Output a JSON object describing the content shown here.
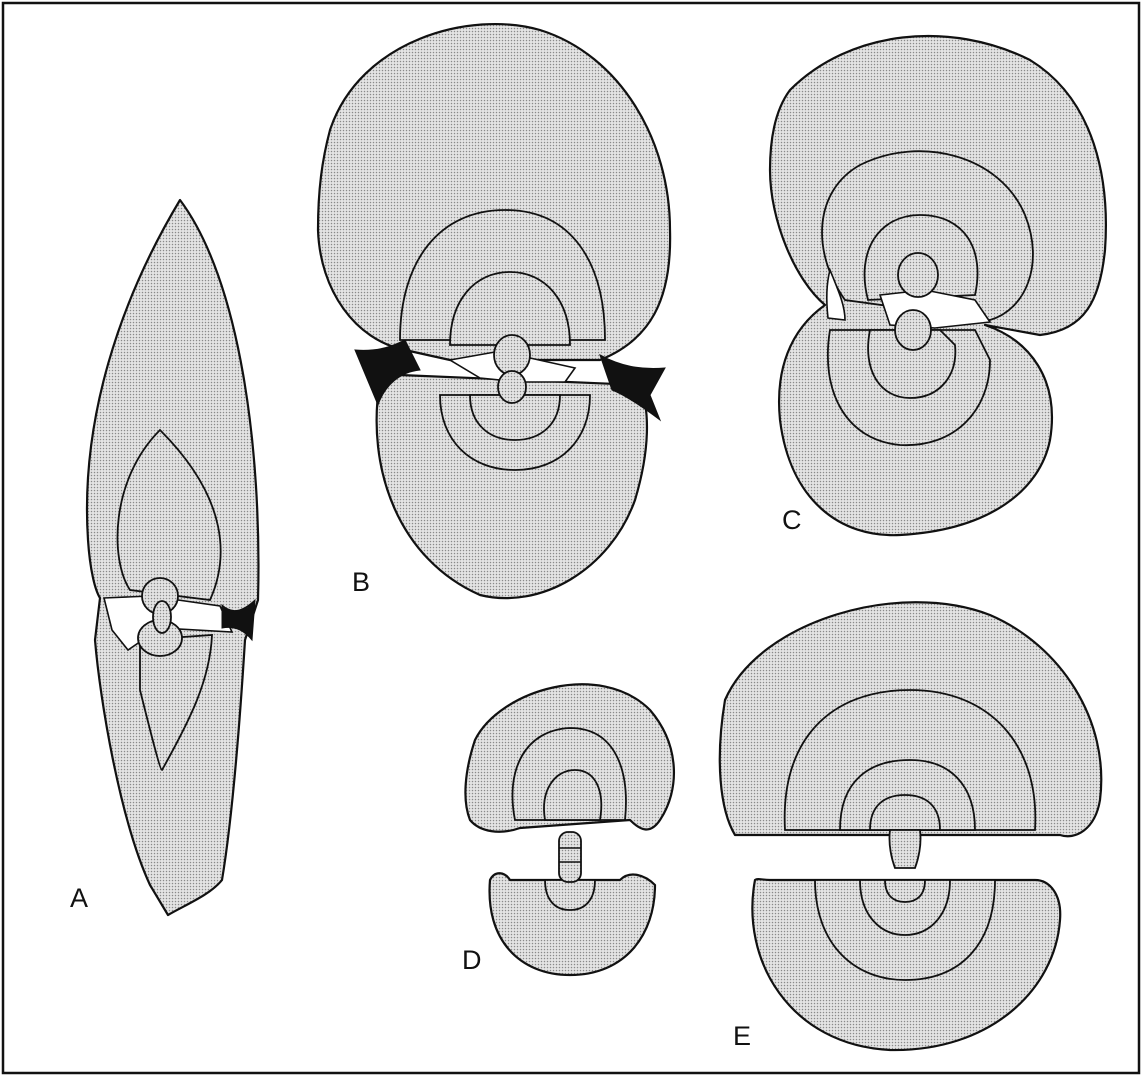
{
  "figure": {
    "panels": [
      {
        "id": "A",
        "label": "A"
      },
      {
        "id": "B",
        "label": "B"
      },
      {
        "id": "C",
        "label": "C"
      },
      {
        "id": "D",
        "label": "D"
      },
      {
        "id": "E",
        "label": "E"
      }
    ],
    "colors": {
      "frame": "#111111",
      "stipple_bg": "#e4e4e4",
      "stipple_dot": "#8a8a8a",
      "dark_fill": "#111111"
    }
  }
}
